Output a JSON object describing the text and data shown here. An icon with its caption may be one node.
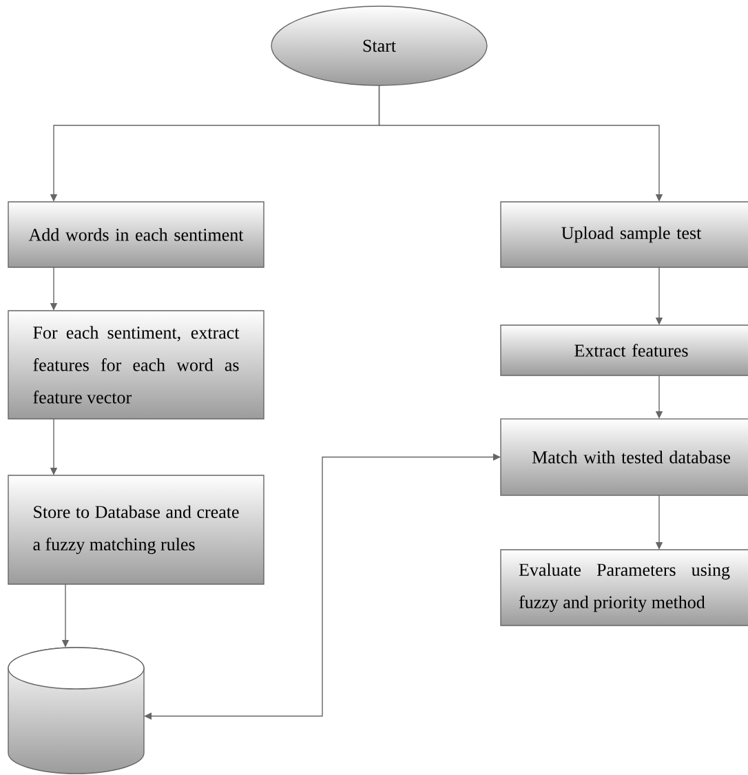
{
  "diagram": {
    "nodes": [
      {
        "text": [
          "Start"
        ]
      },
      {
        "text": [
          "Add words in each sentiment"
        ]
      },
      {
        "text": [
          "For each sentiment, extract features for each word as feature vector"
        ]
      },
      {
        "text": [
          "Store to Database and create a fuzzy matching rules"
        ]
      },
      {
        "text": [],
        "shape": "cylinder"
      },
      {
        "text": [
          "Upload sample test"
        ]
      },
      {
        "text": [
          "Extract features"
        ]
      },
      {
        "text": [
          "Match with tested database"
        ]
      },
      {
        "text": [
          "Evaluate Parameters using fuzzy and priority method"
        ]
      }
    ],
    "edges": [
      {
        "from": 0,
        "to": 1,
        "arrow": "to"
      },
      {
        "from": 0,
        "to": 5,
        "arrow": "to"
      },
      {
        "from": 1,
        "to": 2,
        "arrow": "to"
      },
      {
        "from": 2,
        "to": 3,
        "arrow": "to"
      },
      {
        "from": 3,
        "to": 4,
        "arrow": "to"
      },
      {
        "from": 5,
        "to": 6,
        "arrow": "to"
      },
      {
        "from": 6,
        "to": 7,
        "arrow": "to"
      },
      {
        "from": 7,
        "to": 8,
        "arrow": "to"
      },
      {
        "from": 4,
        "to": 7,
        "arrow": "both"
      }
    ]
  }
}
